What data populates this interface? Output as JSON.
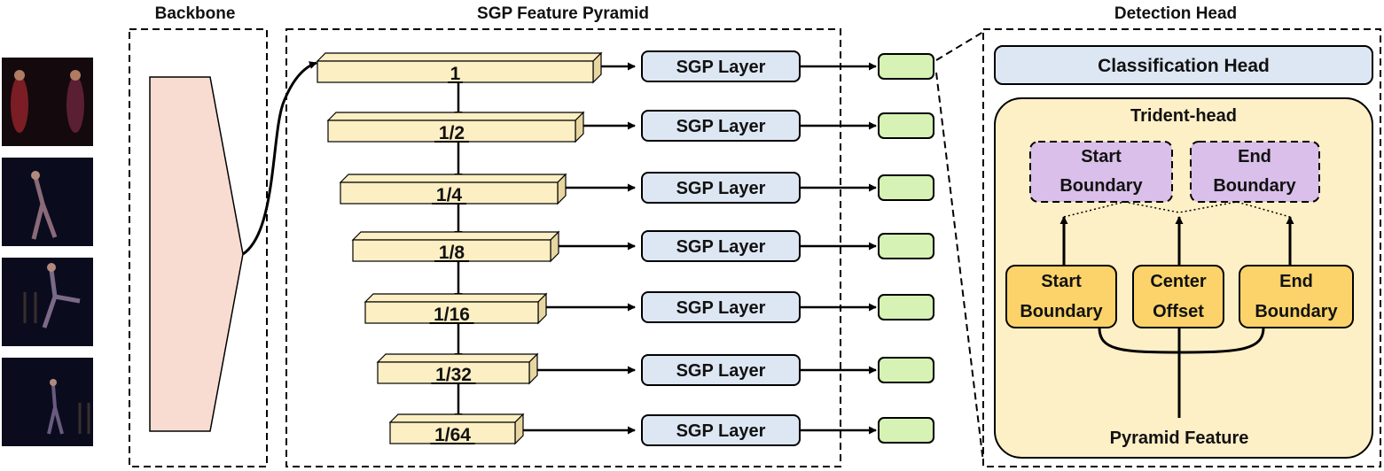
{
  "sections": {
    "backbone": "Backbone",
    "pyramid": "SGP Feature Pyramid",
    "detection": "Detection Head"
  },
  "pyramid_levels": [
    "1",
    "1/2",
    "1/4",
    "1/8",
    "1/16",
    "1/32",
    "1/64"
  ],
  "sgp_layer_label": "SGP Layer",
  "head": {
    "classification": "Classification Head",
    "trident_title": "Trident-head",
    "start_boundary_out": [
      "Start",
      "Boundary"
    ],
    "end_boundary_out": [
      "End",
      "Boundary"
    ],
    "start_boundary_in": [
      "Start",
      "Boundary"
    ],
    "center_offset": [
      "Center",
      "Offset"
    ],
    "end_boundary_in": [
      "End",
      "Boundary"
    ],
    "pyramid_feature": "Pyramid Feature"
  },
  "colors": {
    "feature_bar": "#fdefc4",
    "sgp_box": "#dde7f3",
    "output_box": "#d6f2b4",
    "backbone": "#f8dcd2",
    "classification": "#dde7f3",
    "trident_bg": "#fdefc6",
    "boundary_box": "#fbd36a",
    "dashed_out": "#d9bfe9"
  },
  "video_frames": [
    "dancer-frame-1",
    "dancer-frame-2",
    "dancer-frame-3",
    "dancer-frame-4"
  ]
}
